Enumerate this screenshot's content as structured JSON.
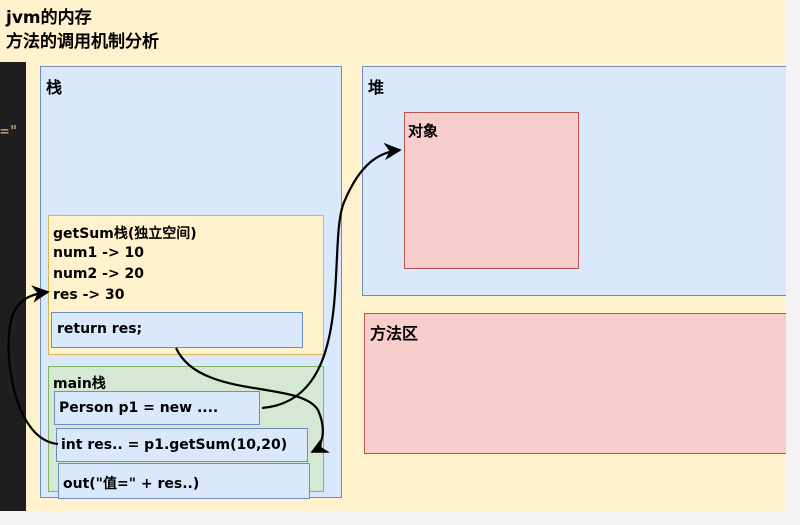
{
  "titles": {
    "line1": "jvm的内存",
    "line2": "方法的调用机制分析"
  },
  "code_strip_text": "=\"",
  "regions": {
    "stack": "栈",
    "heap": "堆",
    "object": "对象",
    "method_area": "方法区"
  },
  "getsum_frame": {
    "title": "getSum栈(独立空间)",
    "lines": [
      "num1 -> 10",
      "num2 -> 20",
      "res -> 30"
    ],
    "return_stmt": "return res;"
  },
  "main_frame": {
    "title": "main栈",
    "statements": [
      "Person p1 = new ....",
      "int res.. = p1.getSum(10,20)",
      "out(\"值=\" + res..)"
    ]
  },
  "colors": {
    "background": "#fff2cc",
    "blue_fill": "#dae8fc",
    "blue_border": "#6c8ebf",
    "red_fill": "#f8cecc",
    "red_border": "#b85450",
    "green_fill": "#d5e8d4",
    "green_border": "#82b366",
    "yellow_border": "#d6b656"
  }
}
